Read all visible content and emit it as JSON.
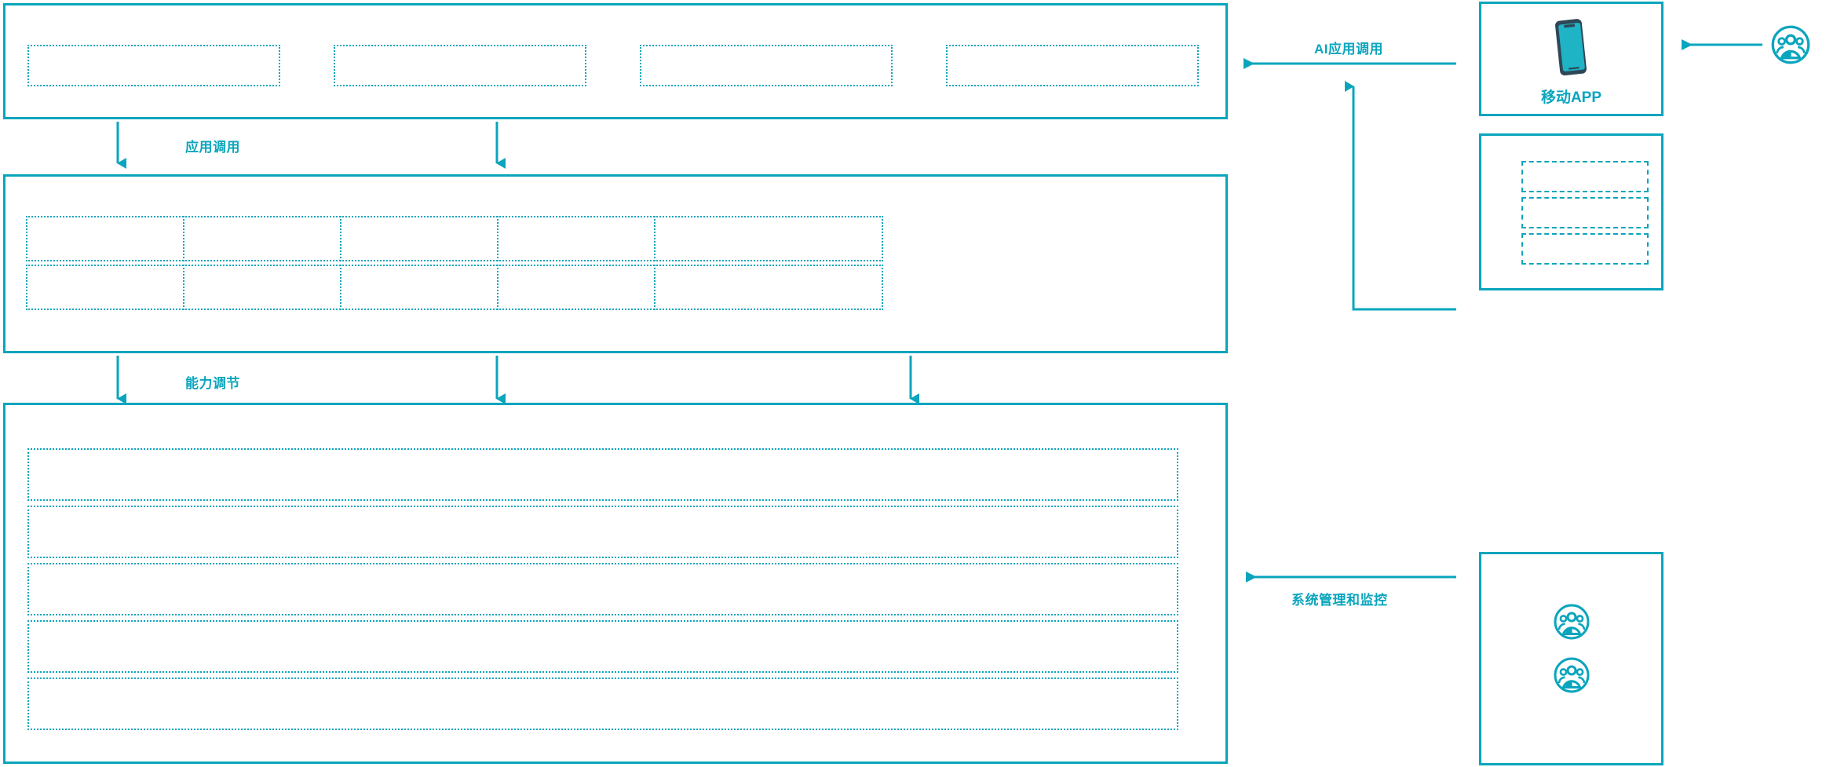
{
  "theme": {
    "accent": "#0aa5bd",
    "phone_body": "#2e4756",
    "phone_screen": "#1fb3c6",
    "background": "#ffffff"
  },
  "connectors": [
    {
      "id": "app-call",
      "label": "应用调用",
      "direction": "down"
    },
    {
      "id": "ability-adjust",
      "label": "能力调节",
      "direction": "down"
    },
    {
      "id": "ai-app-call",
      "label": "AI应用调用",
      "direction": "left-up"
    },
    {
      "id": "sys-monitor",
      "label": "系统管理和监控",
      "direction": "left"
    }
  ],
  "layers": [
    {
      "id": "application-layer",
      "name": "application-layer",
      "boxes": [
        {
          "id": "app-box-1",
          "label": ""
        },
        {
          "id": "app-box-2",
          "label": ""
        },
        {
          "id": "app-box-3",
          "label": ""
        },
        {
          "id": "app-box-4",
          "label": ""
        }
      ]
    },
    {
      "id": "capability-layer",
      "name": "capability-layer",
      "columns": [
        {
          "id": "cap-col-1",
          "cells": [
            {
              "id": "cap-1-1",
              "label": ""
            },
            {
              "id": "cap-1-2",
              "label": ""
            }
          ]
        },
        {
          "id": "cap-col-2",
          "cells": [
            {
              "id": "cap-2-1",
              "label": ""
            },
            {
              "id": "cap-2-2",
              "label": ""
            }
          ]
        },
        {
          "id": "cap-col-3",
          "cells": [
            {
              "id": "cap-3-1",
              "label": ""
            },
            {
              "id": "cap-3-2",
              "label": ""
            }
          ]
        },
        {
          "id": "cap-col-4",
          "cells": [
            {
              "id": "cap-4-1",
              "label": ""
            },
            {
              "id": "cap-4-2",
              "label": ""
            }
          ]
        },
        {
          "id": "cap-col-5",
          "cells": [
            {
              "id": "cap-5-1",
              "label": ""
            },
            {
              "id": "cap-5-2",
              "label": ""
            }
          ]
        }
      ]
    },
    {
      "id": "infrastructure-layer",
      "name": "infrastructure-layer",
      "rows": [
        {
          "id": "infra-row-1",
          "label": ""
        },
        {
          "id": "infra-row-2",
          "label": ""
        },
        {
          "id": "infra-row-3",
          "label": ""
        },
        {
          "id": "infra-row-4",
          "label": ""
        },
        {
          "id": "infra-row-5",
          "label": ""
        }
      ]
    }
  ],
  "side_cards": [
    {
      "id": "mobile-app-card",
      "icon": "smartphone-icon",
      "caption": "移动APP",
      "inner_boxes": []
    },
    {
      "id": "channel-card",
      "icon": "",
      "caption": "",
      "inner_boxes": [
        {
          "id": "channel-box-1",
          "label": ""
        },
        {
          "id": "channel-box-2",
          "label": ""
        },
        {
          "id": "channel-box-3",
          "label": ""
        }
      ]
    },
    {
      "id": "operations-card",
      "icon": "user-group-icon",
      "caption": "",
      "inner_boxes": [],
      "icons": [
        {
          "id": "operator-icon-1",
          "icon": "user-group-icon"
        },
        {
          "id": "operator-icon-2",
          "icon": "user-group-icon"
        }
      ]
    }
  ],
  "actors": [
    {
      "id": "end-user-actor",
      "icon": "user-group-icon",
      "label": ""
    }
  ]
}
